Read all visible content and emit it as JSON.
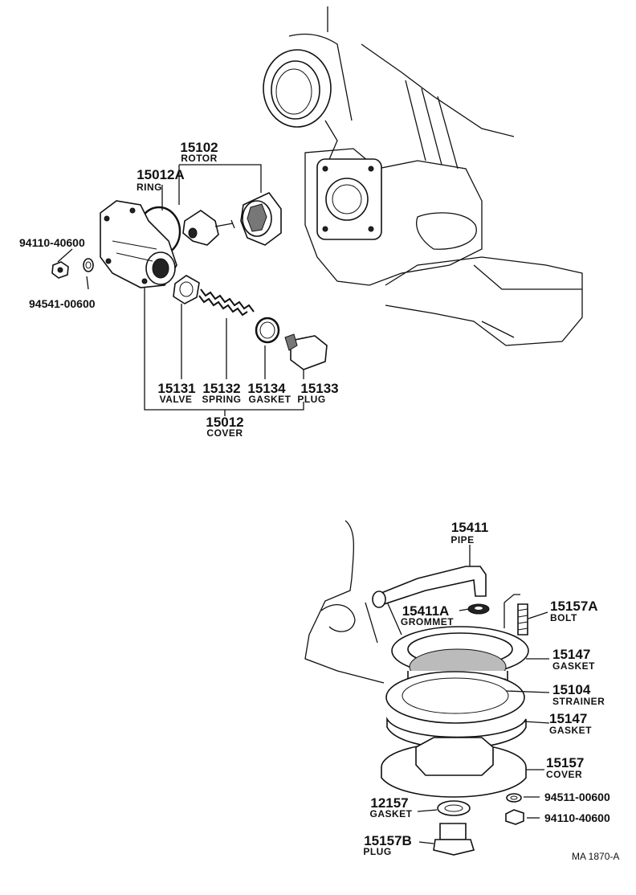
{
  "oil_pump": {
    "rotor": {
      "number": "15102",
      "name": "ROTOR"
    },
    "ring": {
      "number": "15012A",
      "name": "RING"
    },
    "nut": {
      "number": "94110-40600"
    },
    "washer": {
      "number": "94541-00600"
    },
    "valve": {
      "number": "15131",
      "name": "VALVE"
    },
    "spring": {
      "number": "15132",
      "name": "SPRING"
    },
    "gasket": {
      "number": "15134",
      "name": "GASKET"
    },
    "plug": {
      "number": "15133",
      "name": "PLUG"
    },
    "cover": {
      "number": "15012",
      "name": "COVER"
    }
  },
  "oil_strainer": {
    "pipe": {
      "number": "15411",
      "name": "PIPE"
    },
    "grommet": {
      "number": "15411A",
      "name": "GROMMET"
    },
    "bolt": {
      "number": "15157A",
      "name": "BOLT"
    },
    "gasket_upper": {
      "number": "15147",
      "name": "GASKET"
    },
    "strainer": {
      "number": "15104",
      "name": "STRAINER"
    },
    "gasket_lower": {
      "number": "15147",
      "name": "GASKET"
    },
    "cover": {
      "number": "15157",
      "name": "COVER"
    },
    "washer": {
      "number": "94511-00600"
    },
    "nut": {
      "number": "94110-40600"
    },
    "plug_gasket": {
      "number": "12157",
      "name": "GASKET"
    },
    "plug": {
      "number": "15157B",
      "name": "PLUG"
    }
  },
  "figure_ref": "MA 1870-A"
}
